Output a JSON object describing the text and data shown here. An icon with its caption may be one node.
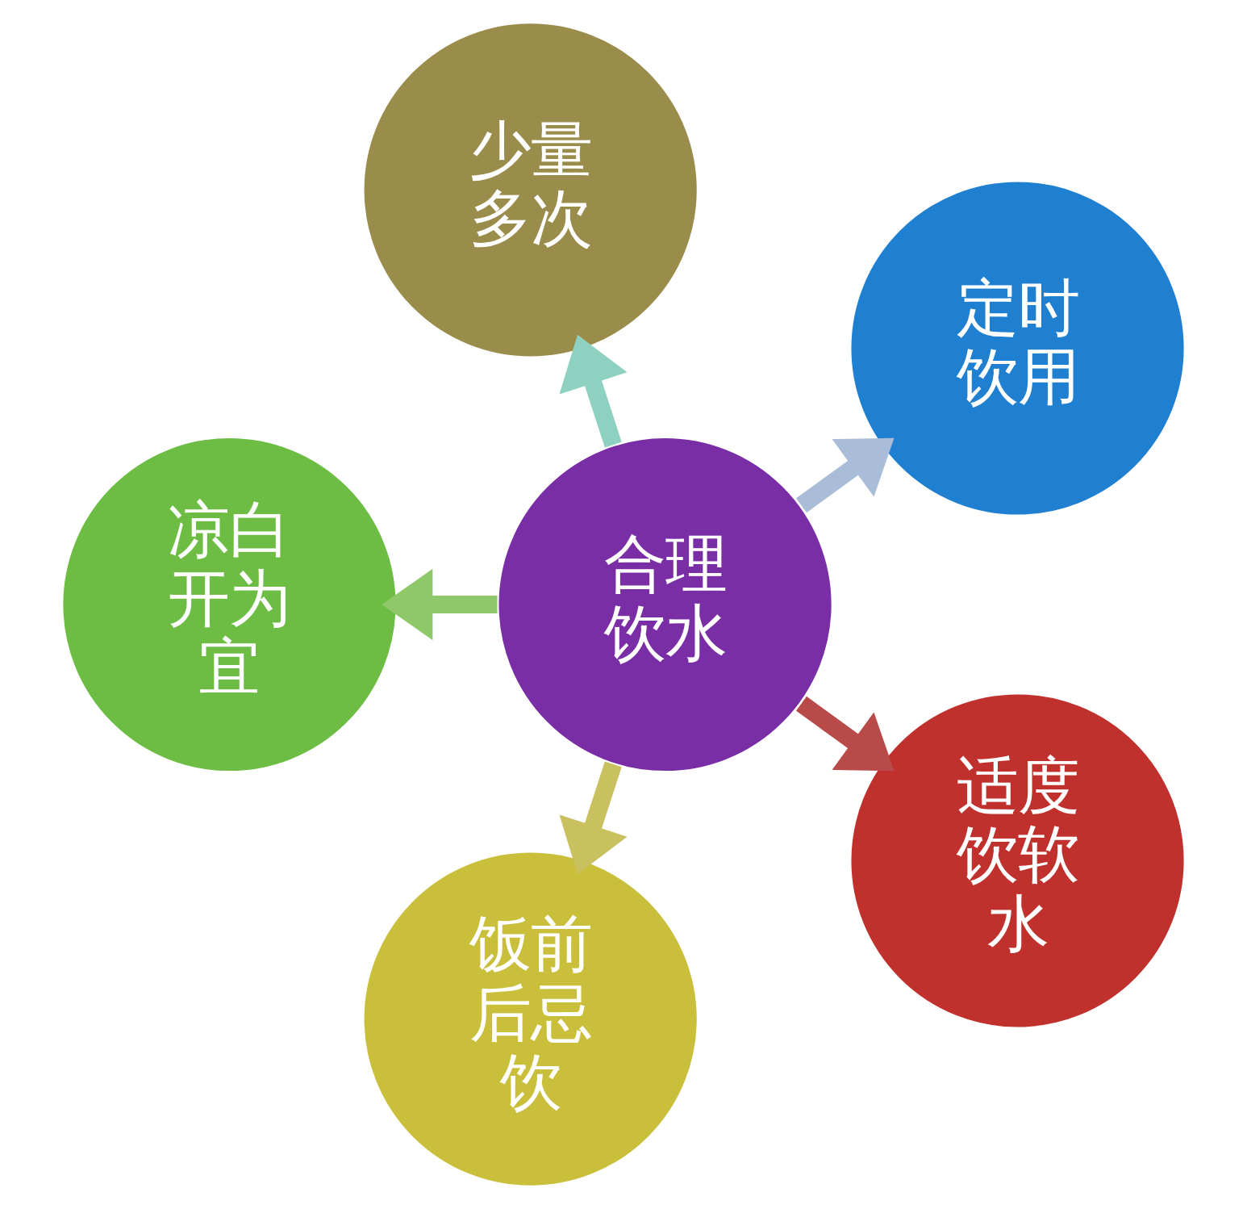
{
  "diagram": {
    "nodes": [
      {
        "text": [
          "合理饮水"
        ]
      },
      {
        "text": [
          "定时饮用"
        ]
      },
      {
        "text": [
          "少量多次"
        ]
      },
      {
        "text": [
          "凉白开为宜"
        ]
      },
      {
        "text": [
          "饭前后忌饮"
        ]
      },
      {
        "text": [
          "适度饮软水"
        ]
      }
    ],
    "edges": [
      {
        "from": 0,
        "to": 1,
        "arrow": "to",
        "color": "#a9bcd8"
      },
      {
        "from": 0,
        "to": 2,
        "arrow": "to",
        "color": "#8fd1c0"
      },
      {
        "from": 0,
        "to": 3,
        "arrow": "to",
        "color": "#8fc868"
      },
      {
        "from": 0,
        "to": 4,
        "arrow": "to",
        "color": "#c9c060"
      },
      {
        "from": 0,
        "to": 5,
        "arrow": "to",
        "color": "#b84a4a"
      }
    ]
  }
}
